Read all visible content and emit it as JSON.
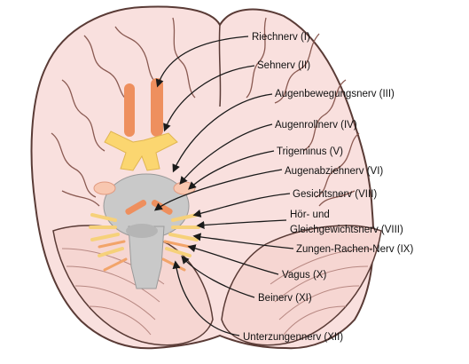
{
  "colors": {
    "brain_fill": "#f9e0de",
    "brain_stroke": "#5a3b36",
    "olfactory": "#ee8f5e",
    "optic": "#fbd670",
    "brainstem": "#c9c9c9",
    "nerve_yellow": "#f6d17a",
    "nerve_orange": "#f2a46a",
    "leader": "#1a1a1a"
  },
  "labels": {
    "n1": "Riechnerv (I)",
    "n2": "Sehnerv (II)",
    "n3": "Augenbewegungsnerv (III)",
    "n4": "Augenrollnerv (IV)",
    "n5": "Trigeminus (V)",
    "n6": "Augenabziehnerv (VI)",
    "n7": "Gesichtsnerv (VIII)",
    "n8a": "Hör- und",
    "n8b": "Gleichgewichtsnerv (VIII)",
    "n9": "Zungen-Rachen-Nerv (IX)",
    "n10": "Vagus (X)",
    "n11": "Beinerv (XI)",
    "n12": "Unterzungennerv (XII)"
  }
}
